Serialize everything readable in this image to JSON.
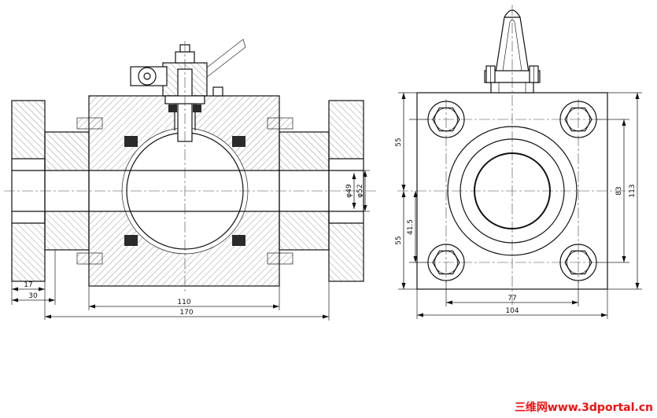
{
  "drawing_title": "ball-valve-two-view-section",
  "left_view": {
    "dim_17": "17",
    "dim_30": "30",
    "dim_110": "110",
    "dim_170": "170",
    "dim_phi49": "φ49",
    "dim_phi52": "φ52"
  },
  "right_view": {
    "dim_55_top": "55",
    "dim_55_bottom": "55",
    "dim_41_5": "41.5",
    "dim_83": "83",
    "dim_113": "113",
    "dim_77": "77",
    "dim_104": "104"
  },
  "watermark": {
    "text": "三维网www.3dportal.cn",
    "color": "#ee1111"
  }
}
